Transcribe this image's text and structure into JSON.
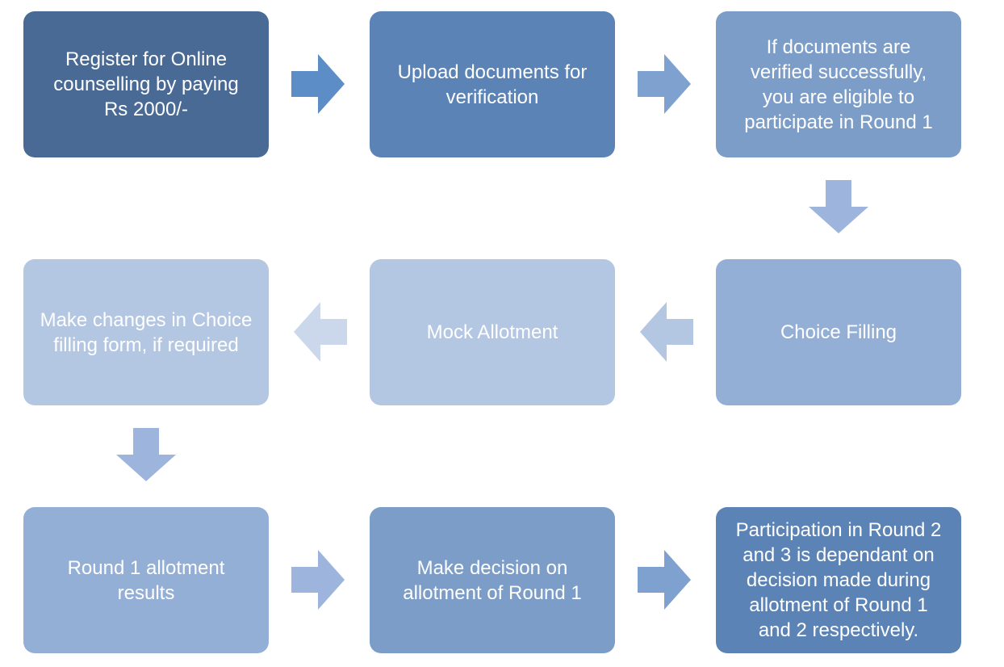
{
  "flowchart": {
    "steps": [
      {
        "text": "Register for Online\ncounselling by paying\nRs 2000/-",
        "color": "#4A6A96"
      },
      {
        "text": "Upload documents for\nverification",
        "color": "#5B83B6"
      },
      {
        "text": "If documents are\nverified successfully,\nyou are eligible to\nparticipate in Round 1",
        "color": "#7B9DC8"
      },
      {
        "text": "Choice Filling",
        "color": "#94AFD6"
      },
      {
        "text": "Mock Allotment",
        "color": "#B3C6E2"
      },
      {
        "text": "Make changes in Choice\nfilling form, if required",
        "color": "#B3C6E2"
      },
      {
        "text": "Round 1 allotment\nresults",
        "color": "#94AFD6"
      },
      {
        "text": "Make decision on\nallotment of Round 1",
        "color": "#7B9DC8"
      },
      {
        "text": "Participation in Round 2\nand 3  is dependant on\ndecision made during\nallotment of Round 1\nand 2 respectively.",
        "color": "#5B83B6"
      }
    ],
    "arrows": [
      {
        "direction": "right",
        "color": "#5C8DC6"
      },
      {
        "direction": "right",
        "color": "#7EA1D0"
      },
      {
        "direction": "down",
        "color": "#9DB5DC"
      },
      {
        "direction": "left",
        "color": "#B3C6E2"
      },
      {
        "direction": "left",
        "color": "#CBD8EC"
      },
      {
        "direction": "down",
        "color": "#9DB5DC"
      },
      {
        "direction": "right",
        "color": "#9DB5DC"
      },
      {
        "direction": "right",
        "color": "#7EA1D0"
      }
    ]
  }
}
